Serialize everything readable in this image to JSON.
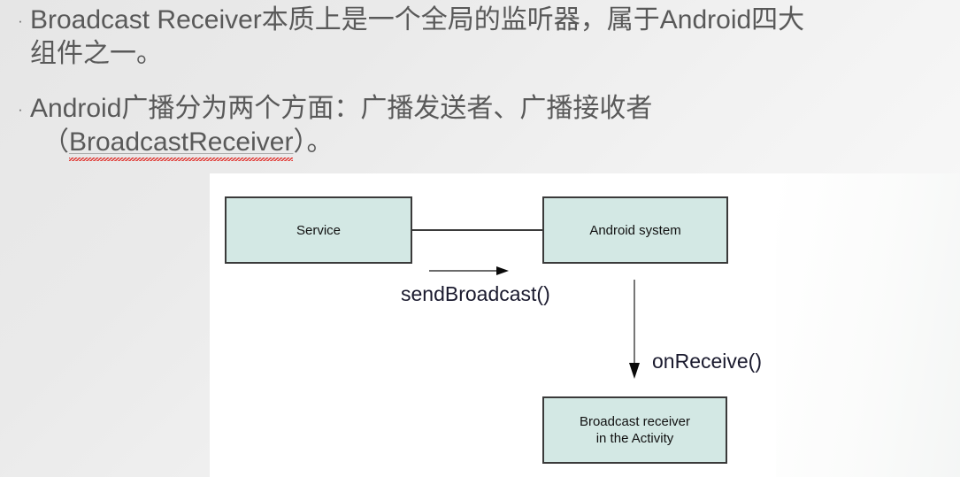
{
  "slide": {
    "background_start": "#e6e6e6",
    "background_end": "#fafafa",
    "text_color": "#595959"
  },
  "bullets": [
    {
      "marker": "·",
      "text": "Broadcast Receiver本质上是一个全局的监听器，属于Android四大\n组件之一。"
    },
    {
      "marker": "·",
      "line1": "Android广播分为两个方面：广播发送者、广播接收者",
      "line2_open": "（",
      "line2_misspelled": "BroadcastReceiver",
      "line2_close": "）。",
      "misspelling_underline_color": "#e0302a"
    }
  ],
  "diagram": {
    "canvas_background": "#ffffff",
    "node_fill": "#d3e8e4",
    "node_border": "#3a3a3a",
    "nodes": [
      {
        "id": "service",
        "label": "Service"
      },
      {
        "id": "android-system",
        "label": "Android system"
      },
      {
        "id": "broadcast-receiver",
        "label_line1": "Broadcast receiver",
        "label_line2": "in the Activity"
      }
    ],
    "edges": [
      {
        "id": "service-to-system",
        "label": "",
        "style": "plain-line"
      },
      {
        "id": "send-broadcast",
        "label": "sendBroadcast()",
        "style": "arrow-right"
      },
      {
        "id": "on-receive",
        "label": "onReceive()",
        "style": "arrow-down"
      }
    ]
  }
}
